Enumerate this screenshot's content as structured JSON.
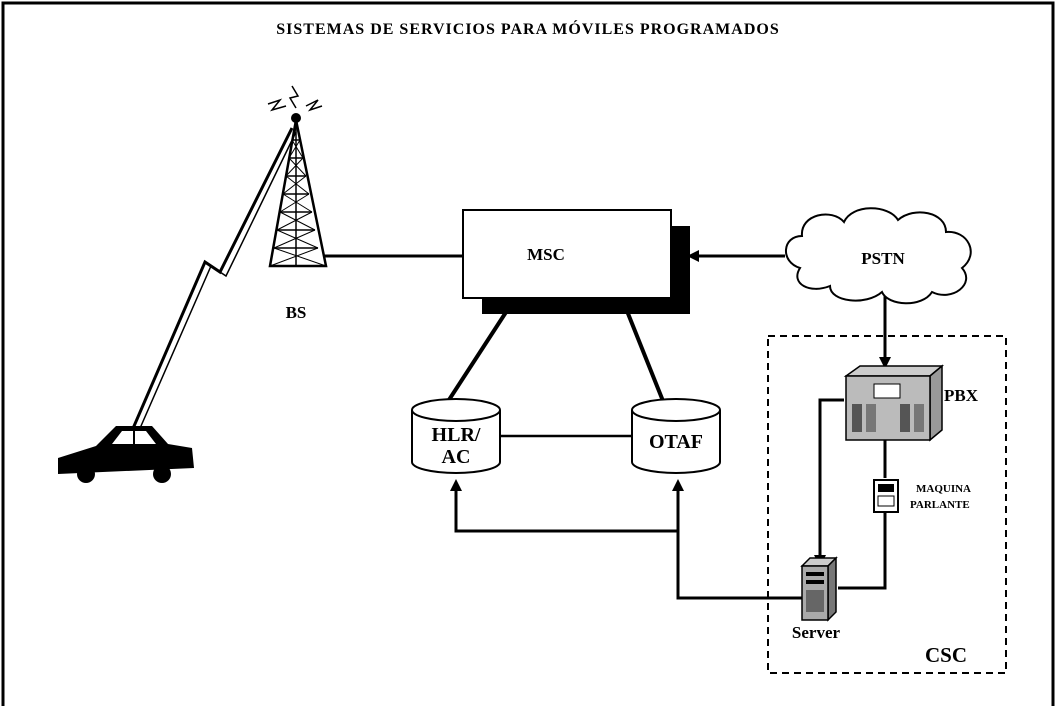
{
  "diagram": {
    "title": "SISTEMAS DE SERVICIOS PARA MÓVILES PROGRAMADOS",
    "nodes": {
      "msc": "MSC",
      "pstn": "PSTN",
      "bs": "BS",
      "hlr_line1": "HLR/",
      "hlr_line2": "AC",
      "otaf": "OTAF",
      "pbx": "PBX",
      "talking_machine_line1": "MAQUINA",
      "talking_machine_line2": "PARLANTE",
      "server": "Server",
      "csc": "CSC"
    },
    "icons": [
      "antenna-tower-icon",
      "car-icon",
      "cloud-icon",
      "database-cylinder-icon",
      "pbx-cabinet-icon",
      "talking-machine-icon",
      "server-tower-icon",
      "lightning-bolt-icon"
    ]
  }
}
